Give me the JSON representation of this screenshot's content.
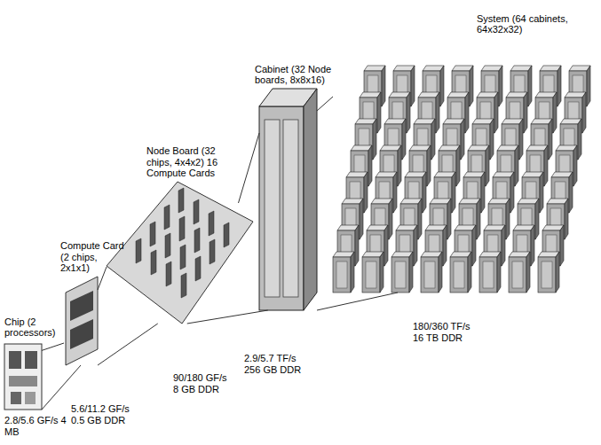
{
  "diagram": {
    "nodes": [
      {
        "text": [
          "Chip (2 processors)"
        ]
      },
      {
        "text": [
          "Compute Card (2 chips, 2x1x1)"
        ]
      },
      {
        "text": [
          "Node Board (32 chips, 4x4x2) 16 Compute Cards"
        ]
      },
      {
        "text": [
          "Cabinet (32 Node boards, 8x8x16)"
        ]
      },
      {
        "text": [
          "System (64 cabinets, 64x32x32)"
        ]
      }
    ],
    "edges": [
      {
        "from": 0,
        "to": 1,
        "arrow": "none"
      },
      {
        "from": 0,
        "to": 1,
        "arrow": "none"
      },
      {
        "from": 1,
        "to": 2,
        "arrow": "none"
      },
      {
        "from": 1,
        "to": 2,
        "arrow": "none"
      },
      {
        "from": 2,
        "to": 3,
        "arrow": "none"
      },
      {
        "from": 2,
        "to": 3,
        "arrow": "none"
      },
      {
        "from": 3,
        "to": 4,
        "arrow": "none"
      },
      {
        "from": 3,
        "to": 4,
        "arrow": "none"
      }
    ],
    "labels": [
      "2.8/5.6 GF/s 4 MB",
      "5.6/11.2 GF/s 0.5 GB DDR",
      "90/180 GF/s 8 GB DDR",
      "2.9/5.7 TF/s 256 GB DDR",
      "180/360 TF/s 16 TB DDR"
    ]
  }
}
